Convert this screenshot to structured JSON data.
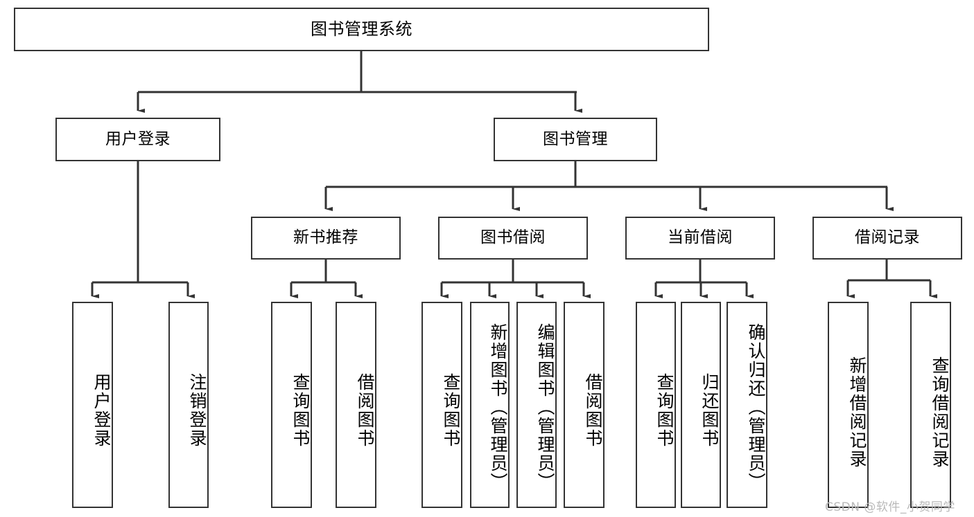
{
  "diagram": {
    "title": "图书管理系统",
    "type": "tree-hierarchy",
    "watermark": "CSDN @软件_小贺同学",
    "colors": {
      "box_border": "#333333",
      "box_fill": "#ffffff",
      "edge": "#333333",
      "text": "#000000",
      "watermark": "#b9b9b9"
    },
    "levels": {
      "level1": [
        {
          "id": "root",
          "label": "图书管理系统",
          "orientation": "horizontal"
        }
      ],
      "level2": [
        {
          "id": "user-login",
          "label": "用户登录",
          "orientation": "horizontal"
        },
        {
          "id": "book-manage",
          "label": "图书管理",
          "orientation": "horizontal"
        }
      ],
      "level3": [
        {
          "id": "new-book-rec",
          "label": "新书推荐",
          "orientation": "horizontal",
          "parent": "book-manage"
        },
        {
          "id": "book-borrow",
          "label": "图书借阅",
          "orientation": "horizontal",
          "parent": "book-manage"
        },
        {
          "id": "current-borrow",
          "label": "当前借阅",
          "orientation": "horizontal",
          "parent": "book-manage"
        },
        {
          "id": "borrow-record",
          "label": "借阅记录",
          "orientation": "horizontal",
          "parent": "book-manage"
        }
      ],
      "level4": [
        {
          "id": "leaf-user-login",
          "label": "用户登录",
          "orientation": "vertical",
          "parent": "user-login"
        },
        {
          "id": "leaf-user-logout",
          "label": "注销登录",
          "orientation": "vertical",
          "parent": "user-login"
        },
        {
          "id": "leaf-query-book-1",
          "label": "查询图书",
          "orientation": "vertical",
          "parent": "new-book-rec"
        },
        {
          "id": "leaf-borrow-book-1",
          "label": "借阅图书",
          "orientation": "vertical",
          "parent": "new-book-rec"
        },
        {
          "id": "leaf-query-book-2",
          "label": "查询图书",
          "orientation": "vertical",
          "parent": "book-borrow"
        },
        {
          "id": "leaf-add-book",
          "label": "新增图书（管理员）",
          "orientation": "vertical",
          "parent": "book-borrow"
        },
        {
          "id": "leaf-edit-book",
          "label": "编辑图书（管理员）",
          "orientation": "vertical",
          "parent": "book-borrow"
        },
        {
          "id": "leaf-borrow-book-2",
          "label": "借阅图书",
          "orientation": "vertical",
          "parent": "book-borrow"
        },
        {
          "id": "leaf-query-book-3",
          "label": "查询图书",
          "orientation": "vertical",
          "parent": "current-borrow"
        },
        {
          "id": "leaf-return-book",
          "label": "归还图书",
          "orientation": "vertical",
          "parent": "current-borrow"
        },
        {
          "id": "leaf-confirm-return",
          "label": "确认归还（管理员）",
          "orientation": "vertical",
          "parent": "current-borrow"
        },
        {
          "id": "leaf-add-record",
          "label": "新增借阅记录",
          "orientation": "vertical",
          "parent": "borrow-record"
        },
        {
          "id": "leaf-query-record",
          "label": "查询借阅记录",
          "orientation": "vertical",
          "parent": "borrow-record"
        }
      ]
    }
  }
}
